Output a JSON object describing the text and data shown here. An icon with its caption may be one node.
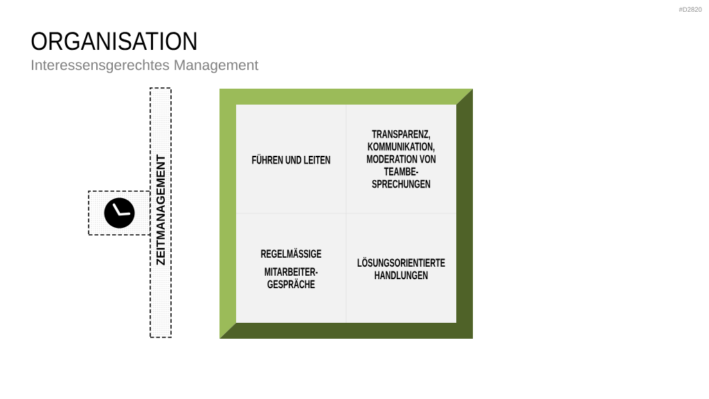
{
  "diagram": {
    "title": "ORGANISATION",
    "nodes": [
      {
        "text": [],
        "shape": "box"
      },
      {
        "text": [
          "ZEITMANAGEMENT"
        ]
      },
      {
        "text": [],
        "shape": "box"
      },
      {
        "text": [
          "FÜHREN UND LEITEN"
        ],
        "in": 2
      },
      {
        "text": [
          "TRANSPARENZ, KOMMUNIKATION, MODERATION VON TEAMBE- SPRECHUNGEN"
        ],
        "in": 2
      },
      {
        "text": [
          "REGELMÄSSIGE",
          "MITARBEITER- GESPRÄCHE"
        ],
        "in": 2
      },
      {
        "text": [
          "LÖSUNGSORIENTIERTE HANDLUNGEN"
        ],
        "in": 2
      }
    ],
    "labels": [
      "Interessensgerechtes Management",
      "#D2820"
    ]
  }
}
